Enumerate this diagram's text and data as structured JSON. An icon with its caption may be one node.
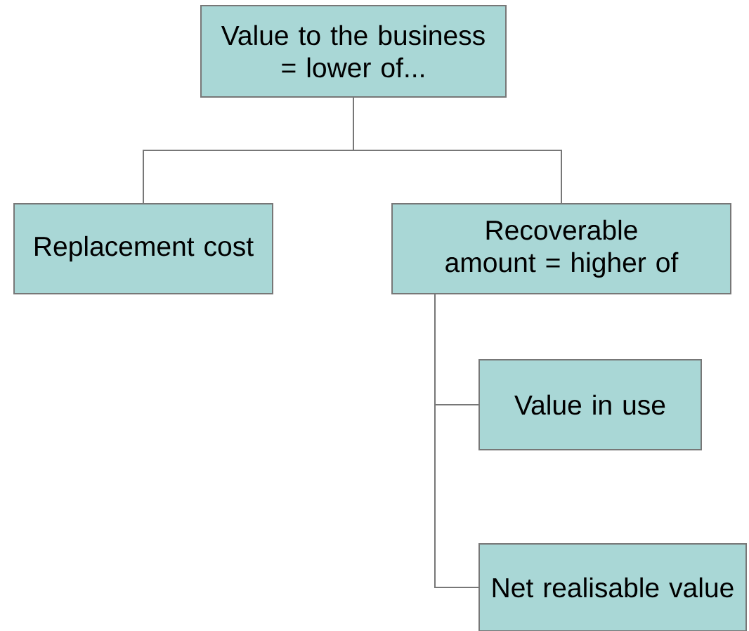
{
  "diagram": {
    "nodes": [
      {
        "text": [
          "Value to the business = lower of..."
        ]
      },
      {
        "text": [
          "Replacement cost"
        ]
      },
      {
        "text": [
          "Recoverable amount = higher of"
        ]
      },
      {
        "text": [
          "Value in use"
        ]
      },
      {
        "text": [
          "Net realisable value"
        ]
      }
    ],
    "edges": [
      {
        "from": 0,
        "to": 1,
        "arrow": "none"
      },
      {
        "from": 0,
        "to": 2,
        "arrow": "none"
      },
      {
        "from": 2,
        "to": 3,
        "arrow": "none"
      },
      {
        "from": 2,
        "to": 4,
        "arrow": "none"
      }
    ]
  }
}
